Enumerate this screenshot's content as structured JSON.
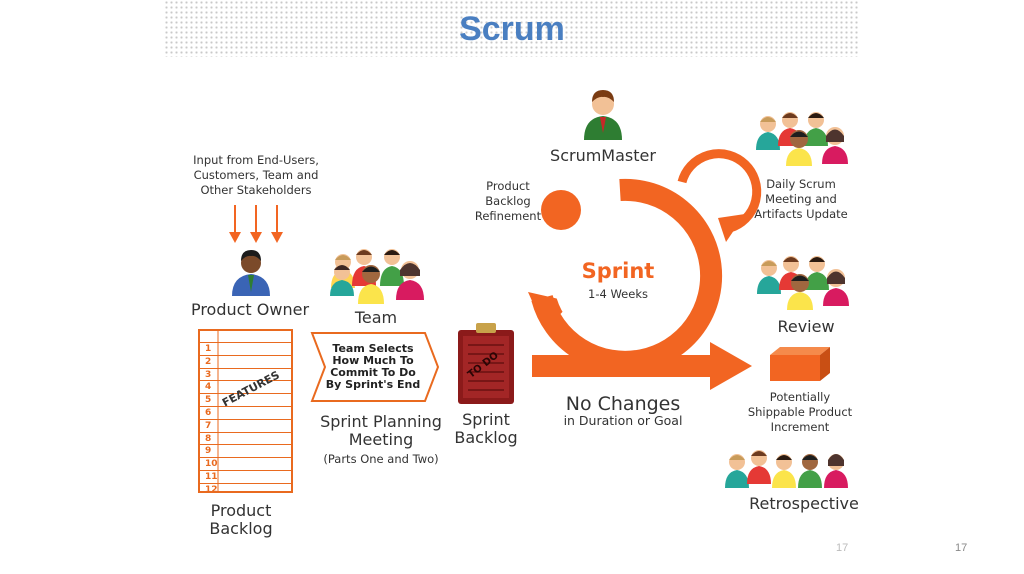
{
  "title": "Scrum",
  "input_note": [
    "Input from End-Users,",
    "Customers, Team and",
    "Other Stakeholders"
  ],
  "product_owner": "Product Owner",
  "features_label": "FEATURES",
  "backlog_numbers": [
    "1",
    "2",
    "3",
    "4",
    "5",
    "6",
    "7",
    "8",
    "9",
    "10",
    "11",
    "12"
  ],
  "product_backlog": [
    "Product",
    "Backlog"
  ],
  "team": "Team",
  "team_selects": [
    "Team Selects",
    "How Much To",
    "Commit To Do",
    "By Sprint's End"
  ],
  "sprint_planning": [
    "Sprint Planning",
    "Meeting"
  ],
  "parts": "(Parts One and Two)",
  "sprint_backlog": [
    "Sprint",
    "Backlog"
  ],
  "todo_stamp": "TO DO",
  "scrum_master": "ScrumMaster",
  "refinement": [
    "Product",
    "Backlog",
    "Refinement"
  ],
  "sprint": "Sprint",
  "sprint_weeks": "1-4 Weeks",
  "no_changes": "No Changes",
  "no_changes_sub": "in Duration or Goal",
  "daily_scrum": [
    "Daily Scrum",
    "Meeting and",
    "Artifacts Update"
  ],
  "review": "Review",
  "increment": [
    "Potentially",
    "Shippable Product",
    "Increment"
  ],
  "retrospective": "Retrospective",
  "page_number_faint": "17",
  "page_number": "17",
  "colors": {
    "orange": "#f26522",
    "title_blue": "#4a7fc1",
    "backlog_orange": "#e96a1f",
    "clipboard_red": "#8b1a1a"
  }
}
